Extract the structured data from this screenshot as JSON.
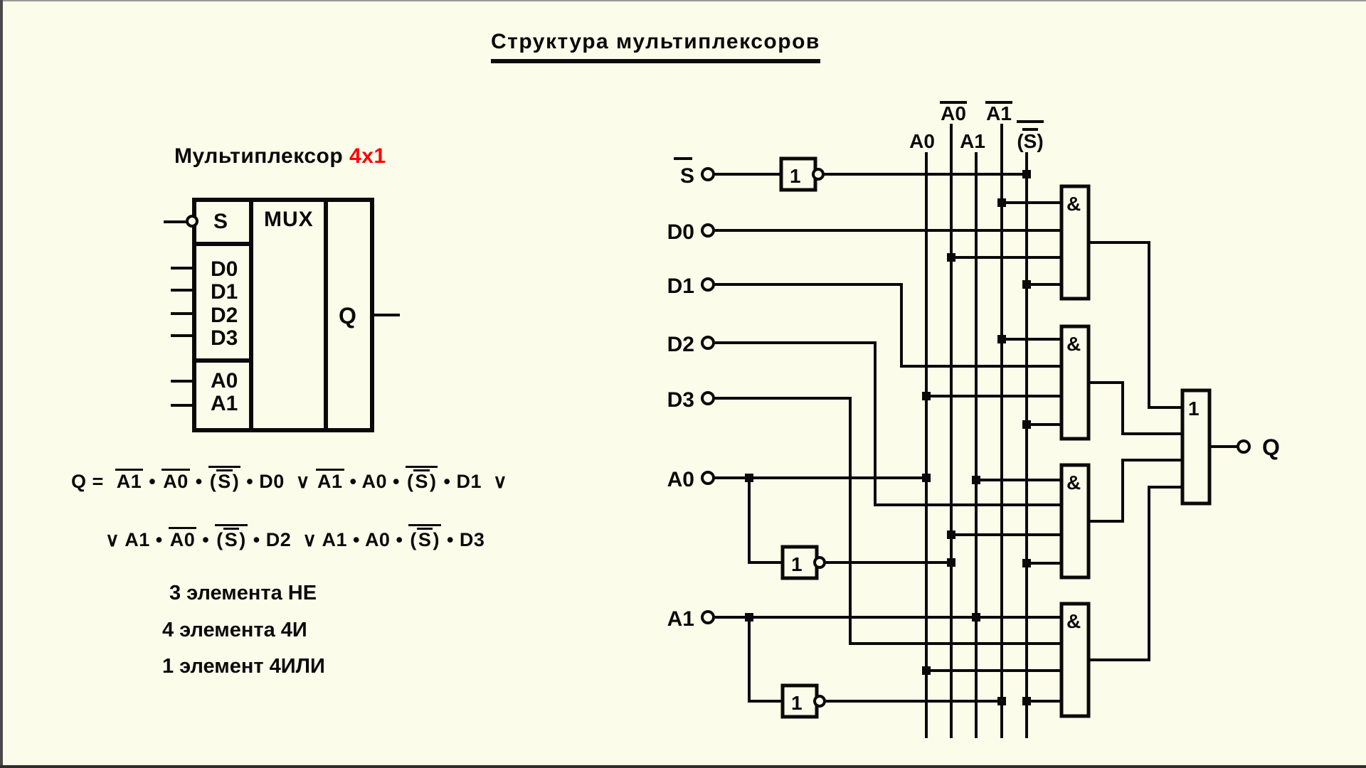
{
  "page": {
    "title": "Структура мультиплексоров"
  },
  "colors": {
    "background": "#FCFCEA",
    "ink": "#0A0A0A",
    "accent_red": "#FF0000"
  },
  "left_panel": {
    "heading": "Мультиплексор",
    "heading_accent": "4x1",
    "mux_block": {
      "select_label": "S",
      "block_label": "MUX",
      "data_labels": [
        "D0",
        "D1",
        "D2",
        "D3"
      ],
      "addr_labels": [
        "A0",
        "A1"
      ],
      "output_label": "Q"
    },
    "equation": {
      "line1": [
        {
          "text": "Q =  "
        },
        {
          "text": "A1",
          "bar": "single"
        },
        {
          "text": " • "
        },
        {
          "text": "A0",
          "bar": "single"
        },
        {
          "text": " • "
        },
        {
          "text": "(S)",
          "bar": "double"
        },
        {
          "text": " • D0  ∨ "
        },
        {
          "text": "A1",
          "bar": "single"
        },
        {
          "text": " • A0 • "
        },
        {
          "text": "(S)",
          "bar": "double"
        },
        {
          "text": " • D1  ∨"
        }
      ],
      "line2": [
        {
          "text": "∨ A1 • "
        },
        {
          "text": "A0",
          "bar": "single"
        },
        {
          "text": " • "
        },
        {
          "text": "(S)",
          "bar": "double"
        },
        {
          "text": " • D2  ∨ A1 • A0 • "
        },
        {
          "text": "(S)",
          "bar": "double"
        },
        {
          "text": " • D3"
        }
      ]
    },
    "counts": [
      "3 элемента НЕ",
      "4 элемента 4И",
      "1 элемент 4ИЛИ"
    ]
  },
  "schematic": {
    "input_labels": [
      "S",
      "D0",
      "D1",
      "D2",
      "D3",
      "A0",
      "A1"
    ],
    "bus_top_labels": [
      "A0",
      "A1"
    ],
    "bus_bottom_labels": [
      "A0",
      "A1",
      "(S)"
    ],
    "not_label": "1",
    "and_label": "&",
    "or_label": "1",
    "output_label": "Q"
  }
}
